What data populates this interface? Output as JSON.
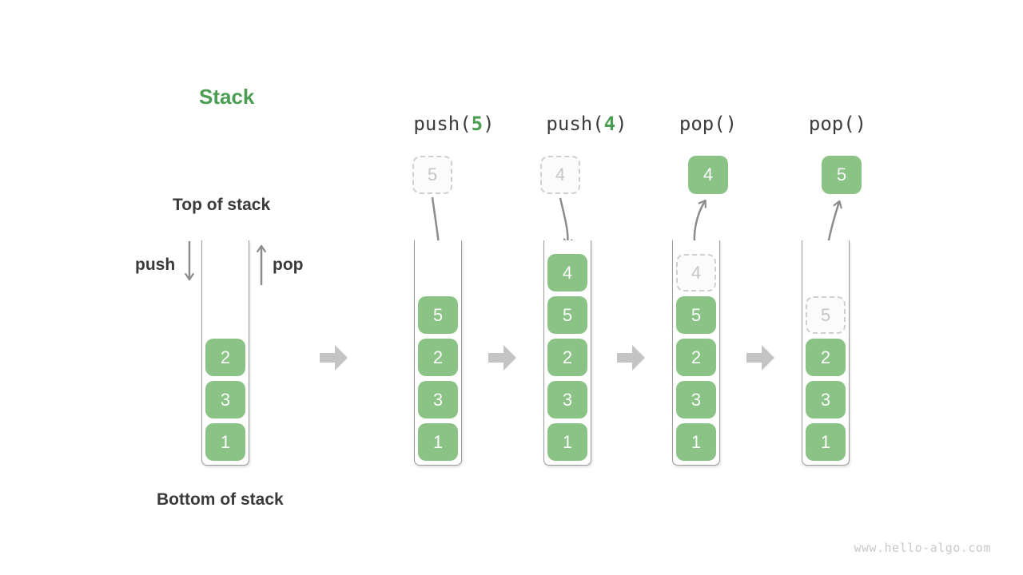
{
  "diagram": {
    "title": "Stack",
    "top_label": "Top of stack",
    "bottom_label": "Bottom of stack",
    "push_arrow_label": "push",
    "pop_arrow_label": "pop",
    "watermark": "www.hello-algo.com"
  },
  "colors": {
    "green_box": "#8AC385",
    "green_text": "#4A9D51",
    "dark_text": "#3A3A3A",
    "curve_arrow": "#8C8C8C",
    "block_arrow": "#C4C4C4",
    "ghost_border": "#CFCFCF",
    "ghost_text": "#C5C5C5",
    "tube_border": "#9A9A9A",
    "watermark_text": "#C9C9C9"
  },
  "columns": [
    {
      "name": "initial",
      "items": [
        {
          "value": "2"
        },
        {
          "value": "3"
        },
        {
          "value": "1"
        }
      ]
    },
    {
      "name": "push-5",
      "op_prefix": "push(",
      "op_arg": "5",
      "op_suffix": ")",
      "floating_value": "5",
      "items": [
        {
          "value": "5"
        },
        {
          "value": "2"
        },
        {
          "value": "3"
        },
        {
          "value": "1"
        }
      ]
    },
    {
      "name": "push-4",
      "op_prefix": "push(",
      "op_arg": "4",
      "op_suffix": ")",
      "floating_value": "4",
      "items": [
        {
          "value": "4"
        },
        {
          "value": "5"
        },
        {
          "value": "2"
        },
        {
          "value": "3"
        },
        {
          "value": "1"
        }
      ]
    },
    {
      "name": "pop-returns-4",
      "op_prefix": "pop(",
      "op_arg": "",
      "op_suffix": ")",
      "floating_value": "4",
      "ghost_value": "4",
      "items": [
        {
          "value": "5"
        },
        {
          "value": "2"
        },
        {
          "value": "3"
        },
        {
          "value": "1"
        }
      ]
    },
    {
      "name": "pop-returns-5",
      "op_prefix": "pop(",
      "op_arg": "",
      "op_suffix": ")",
      "floating_value": "5",
      "ghost_value": "5",
      "items": [
        {
          "value": "2"
        },
        {
          "value": "3"
        },
        {
          "value": "1"
        }
      ]
    }
  ]
}
